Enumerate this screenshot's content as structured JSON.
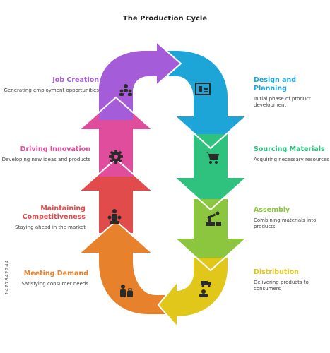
{
  "title": "The Production Cycle",
  "stages": [
    {
      "name": "Job Creation",
      "desc": "Generating employment opportunities",
      "color": "#a45cd8",
      "icon": "team-icon"
    },
    {
      "name": "Design and Planning",
      "desc": "Initial phase of product development",
      "color": "#1ea5d8",
      "icon": "blueprint-icon"
    },
    {
      "name": "Driving Innovation",
      "desc": "Developing new ideas and products",
      "color": "#e04d9c",
      "icon": "gear-icon"
    },
    {
      "name": "Sourcing Materials",
      "desc": "Acquiring necessary resources",
      "color": "#2ec27e",
      "icon": "cart-icon"
    },
    {
      "name": "Maintaining Competitiveness",
      "desc": "Staying ahead in the market",
      "color": "#e24b4b",
      "icon": "chess-icon"
    },
    {
      "name": "Assembly",
      "desc": "Combining materials into products",
      "color": "#8cc63f",
      "icon": "robot-arm-icon"
    },
    {
      "name": "Meeting Demand",
      "desc": "Satisfying consumer needs",
      "color": "#e8812b",
      "icon": "customer-icon"
    },
    {
      "name": "Distribution",
      "desc": "Delivering products to consumers",
      "color": "#e0c71a",
      "icon": "delivery-icon"
    }
  ],
  "watermark_id": "1477842244"
}
